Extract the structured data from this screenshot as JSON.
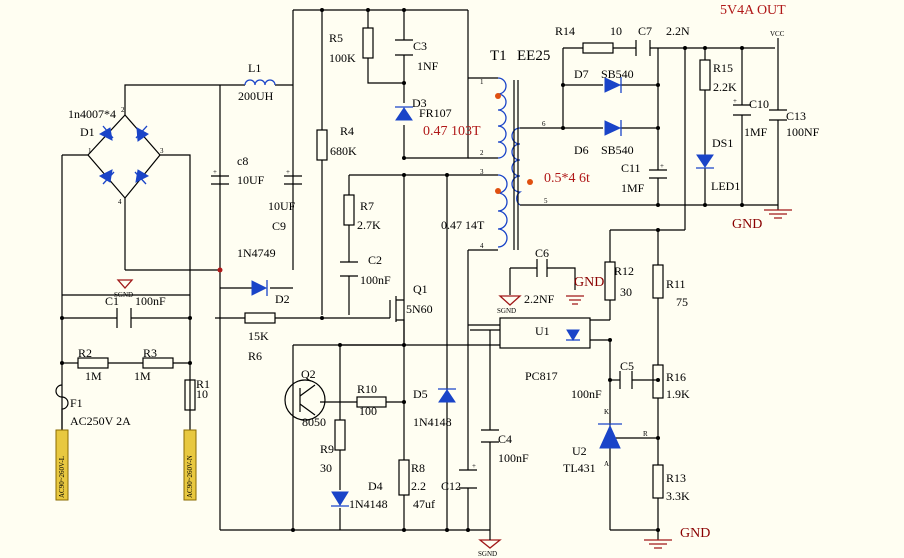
{
  "title": "5V4A OUT",
  "vcc": "VCC",
  "gnd": "GND",
  "sgnd": "SGND",
  "transformer": {
    "name": "T1",
    "core": "EE25",
    "primary": "0.47  103T",
    "aux": "0.47  14T",
    "secondary": "0.5*4   6t",
    "pins": [
      "1",
      "2",
      "3",
      "4",
      "5",
      "6"
    ]
  },
  "labels": {
    "d1": "D1",
    "d1v": "1n4007*4",
    "l1": "L1",
    "l1v": "200UH",
    "c8": "c8",
    "c8v": "10UF",
    "c9": "C9",
    "c9v": "10UF",
    "zener": "1N4749",
    "r5": "R5",
    "r5v": "100K",
    "c3": "C3",
    "c3v": "1NF",
    "d3": "D3",
    "d3v": "FR107",
    "r4": "R4",
    "r4v": "680K",
    "r7": "R7",
    "r7v": "2.7K",
    "c2": "C2",
    "c2v": "100nF",
    "q1": "Q1",
    "q1v": "5N60",
    "d2": "D2",
    "r6": "R6",
    "r6v": "15K",
    "c1": "C1",
    "c1v": "100nF",
    "r2": "R2",
    "r2v": "1M",
    "r3": "R3",
    "r3v": "1M",
    "r1": "R1",
    "r1v": "10",
    "f1": "F1",
    "f1v": "AC250V 2A",
    "acl": "AC90~260V-L",
    "acn": "AC90~260V-N",
    "q2": "Q2",
    "q2v": "8050",
    "r10": "R10",
    "r10v": "100",
    "r9": "R9",
    "r9v": "30",
    "d4": "D4",
    "d4v": "1N4148",
    "d5": "D5",
    "d5v": "1N4148",
    "r8": "R8",
    "r8v": "2.2",
    "c12": "C12",
    "c12v": "47uf",
    "c4": "C4",
    "c4v": "100nF",
    "c6": "C6",
    "c6v": "2.2NF",
    "u1": "U1",
    "u1v": "PC817",
    "r14": "R14",
    "r14v": "10",
    "c7": "C7",
    "c7v": "2.2N",
    "d7": "D7",
    "d7v": "SB540",
    "d6": "D6",
    "d6v": "SB540",
    "c11": "C11",
    "c11v": "1MF",
    "r15": "R15",
    "r15v": "2.2K",
    "ds1": "DS1",
    "ds1v": "LED1",
    "c10": "C10",
    "c10v": "1MF",
    "c13": "C13",
    "c13v": "100NF",
    "r12": "R12",
    "r12v": "30",
    "r11": "R11",
    "r11v": "75",
    "c5": "C5",
    "c5v": "100nF",
    "r16": "R16",
    "r16v": "1.9K",
    "u2": "U2",
    "u2v": "TL431",
    "r13": "R13",
    "r13v": "3.3K",
    "pin1": "1",
    "pin2": "2",
    "pin3": "3",
    "pin4": "4",
    "k": "K",
    "a": "A",
    "r": "R",
    "plus": "+"
  }
}
